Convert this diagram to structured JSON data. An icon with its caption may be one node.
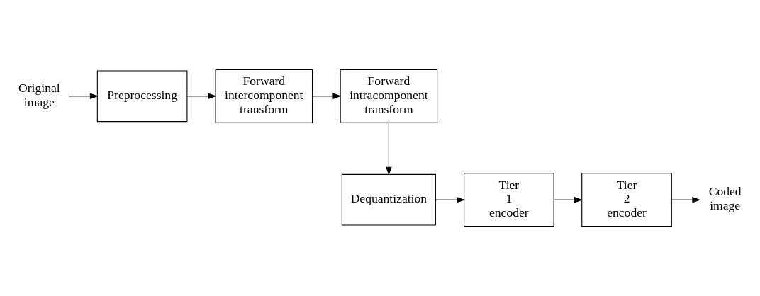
{
  "diagram": {
    "nodes": [
      {
        "text": [
          "Original image"
        ]
      },
      {
        "text": [
          "Preprocessing"
        ]
      },
      {
        "text": [
          "Forward intercomponent transform"
        ]
      },
      {
        "text": [
          "Forward intracomponent transform"
        ]
      },
      {
        "text": [
          "Dequantization"
        ]
      },
      {
        "text": [
          "Tier 1 encoder"
        ]
      },
      {
        "text": [
          "Tier 2 encoder"
        ]
      },
      {
        "text": [
          "Coded image"
        ]
      }
    ],
    "edges": [
      {
        "from": 0,
        "to": 1,
        "arrow": "to"
      },
      {
        "from": 1,
        "to": 2,
        "arrow": "to"
      },
      {
        "from": 2,
        "to": 3,
        "arrow": "to"
      },
      {
        "from": 3,
        "to": 4,
        "arrow": "to"
      },
      {
        "from": 4,
        "to": 5,
        "arrow": "to"
      },
      {
        "from": 5,
        "to": 6,
        "arrow": "to"
      },
      {
        "from": 6,
        "to": 7,
        "arrow": "to"
      }
    ]
  }
}
